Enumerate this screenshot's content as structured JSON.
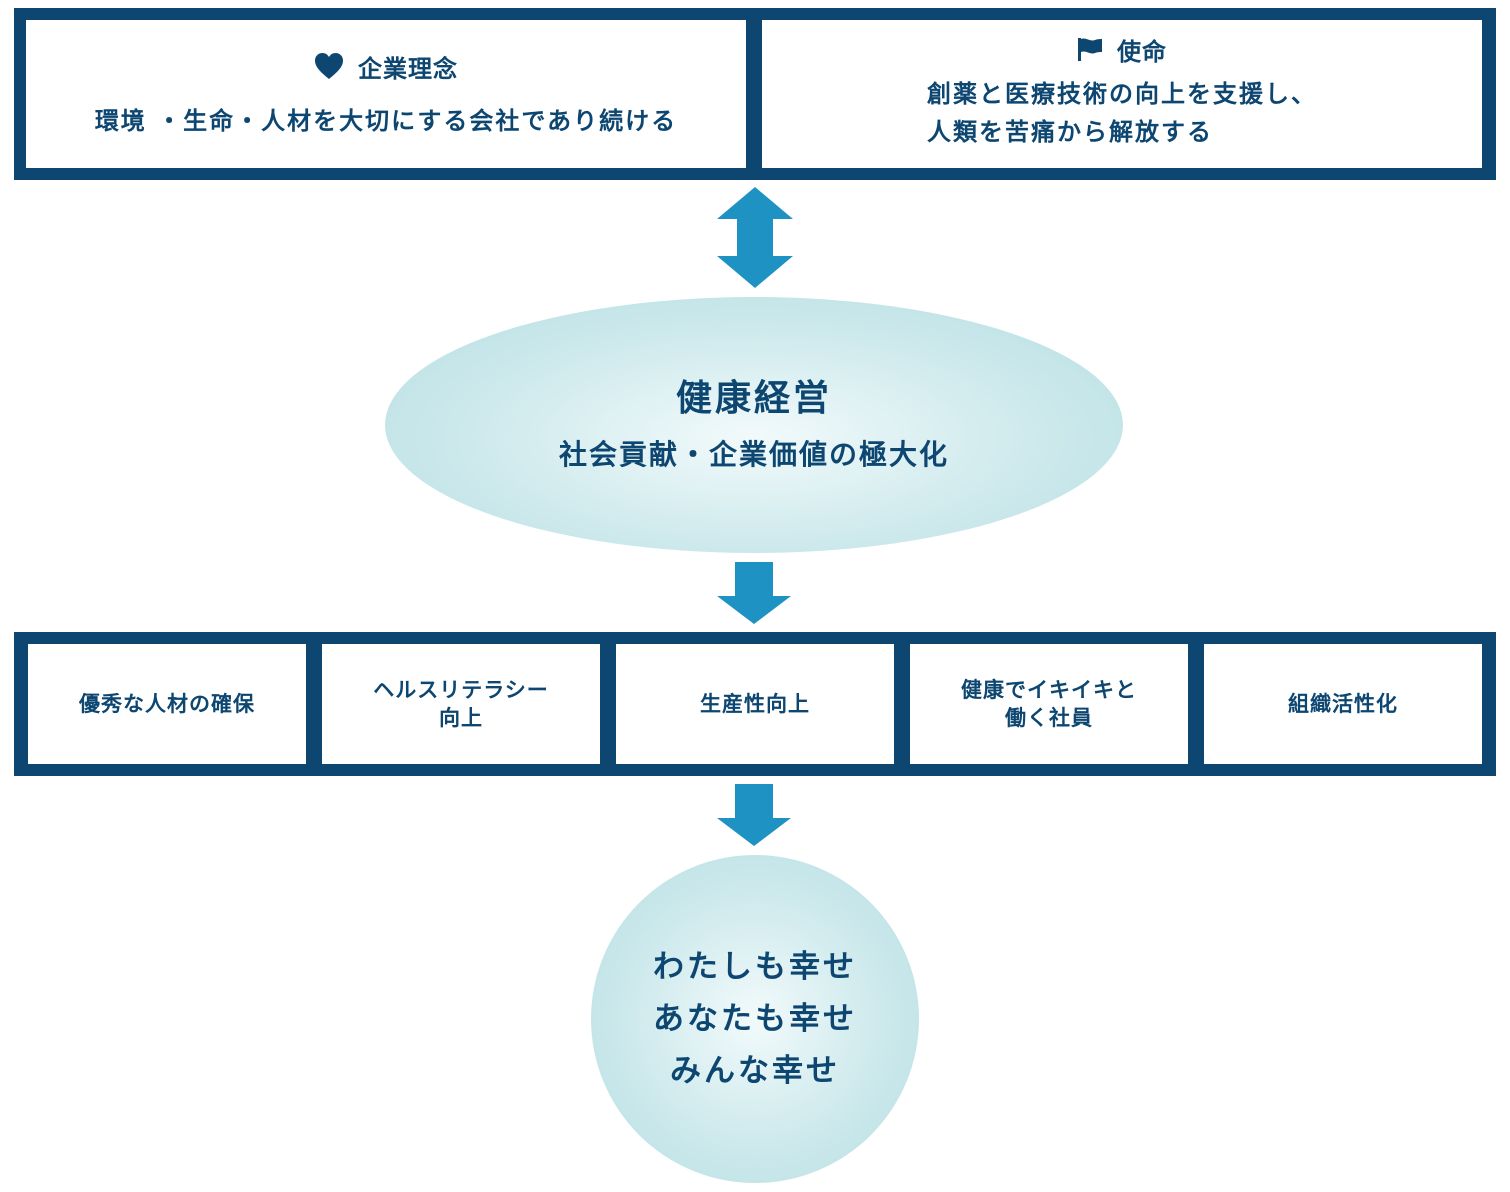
{
  "philosophy": {
    "icon": "heart-icon",
    "title": "企業理念",
    "text": "環境 ・生命・人材を大切にする会社であり続ける"
  },
  "mission": {
    "icon": "flag-icon",
    "title": "使命",
    "lines": [
      "創薬と医療技術の向上を支援し、",
      "人類を苦痛から解放する"
    ]
  },
  "health_management": {
    "title": "健康経営",
    "subtitle": "社会貢献・企業価値の極大化"
  },
  "pillars": [
    {
      "lines": [
        "優秀な人材の確保"
      ]
    },
    {
      "lines": [
        "ヘルスリテラシー",
        "向上"
      ]
    },
    {
      "lines": [
        "生産性向上"
      ]
    },
    {
      "lines": [
        "健康でイキイキと",
        "働く社員"
      ]
    },
    {
      "lines": [
        "組織活性化"
      ]
    }
  ],
  "happiness": [
    "わたしも幸せ",
    "あなたも幸せ",
    "みんな幸せ"
  ],
  "colors": {
    "frame": "#0d4670",
    "text": "#0d4670",
    "arrow": "#1e93c3",
    "bubble": "#cde9ec"
  }
}
